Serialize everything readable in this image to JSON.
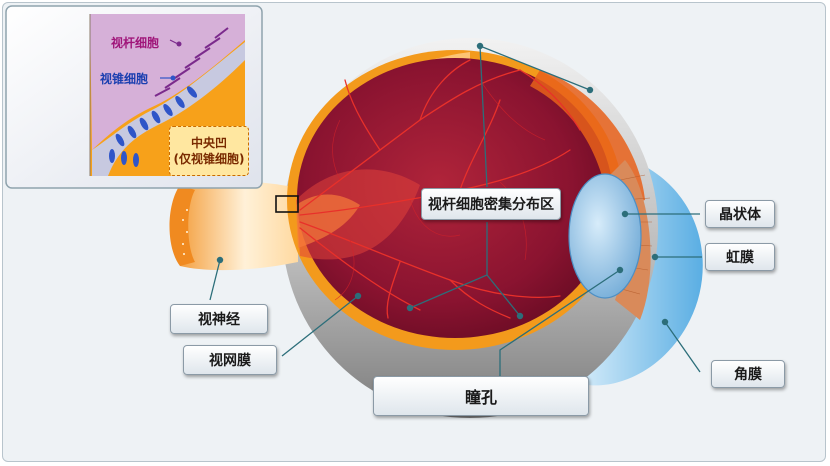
{
  "labels": {
    "rod_dense": "视杆细胞密集分布区",
    "lens": "晶状体",
    "iris": "虹膜",
    "optic_nerve": "视神经",
    "retina": "视网膜",
    "pupil": "瞳孔",
    "cornea": "角膜"
  },
  "inset": {
    "rod_cells": "视杆细胞",
    "cone_cells": "视锥细胞",
    "fovea_title": "中央凹",
    "fovea_note": "(仅视锥细胞)"
  },
  "colors": {
    "interior": "#9a1830",
    "sclera": "#c8c8c8",
    "choroid": "#f39a1c",
    "lens": "#8ec3e8",
    "cornea": "#a7d8f5",
    "leader": "#2c6e7a"
  }
}
